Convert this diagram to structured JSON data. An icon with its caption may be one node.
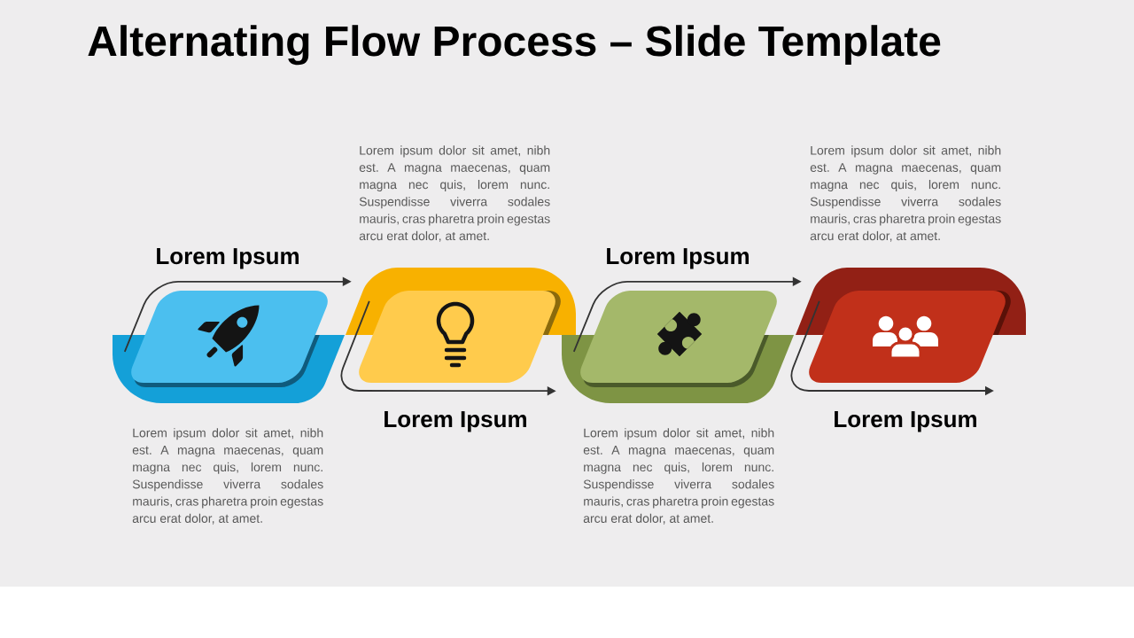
{
  "diagram": {
    "title": "Alternating Flow Process – Slide Template",
    "nodes": [
      {
        "text": [
          "Lorem Ipsum"
        ],
        "beside": [
          "Lorem ipsum dolor sit amet, nibh est. A magna maecenas, quam magna nec quis, lorem nunc. Suspendisse viverra sodales mauris, cras pharetra proin egestas arcu erat dolor, at amet."
        ]
      },
      {
        "text": [
          "Lorem Ipsum"
        ],
        "beside": [
          "Lorem ipsum dolor sit amet, nibh est. A magna maecenas, quam magna nec quis, lorem nunc. Suspendisse viverra sodales mauris, cras pharetra proin egestas arcu erat dolor, at amet."
        ]
      },
      {
        "text": [
          "Lorem Ipsum"
        ],
        "beside": [
          "Lorem ipsum dolor sit amet, nibh est. A magna maecenas, quam magna nec quis, lorem nunc. Suspendisse viverra sodales mauris, cras pharetra proin egestas arcu erat dolor, at amet."
        ]
      },
      {
        "text": [
          "Lorem Ipsum"
        ],
        "beside": [
          "Lorem ipsum dolor sit amet, nibh est. A magna maecenas, quam magna nec quis, lorem nunc. Suspendisse viverra sodales mauris, cras pharetra proin egestas arcu erat dolor, at amet."
        ]
      }
    ],
    "edges": [
      {
        "from": 0,
        "to": 1,
        "arrow": "to"
      },
      {
        "from": 1,
        "to": 2,
        "arrow": "to"
      },
      {
        "from": 2,
        "to": 3,
        "arrow": "to"
      },
      {
        "from": 3,
        "to": null,
        "arrow": "to"
      }
    ]
  }
}
